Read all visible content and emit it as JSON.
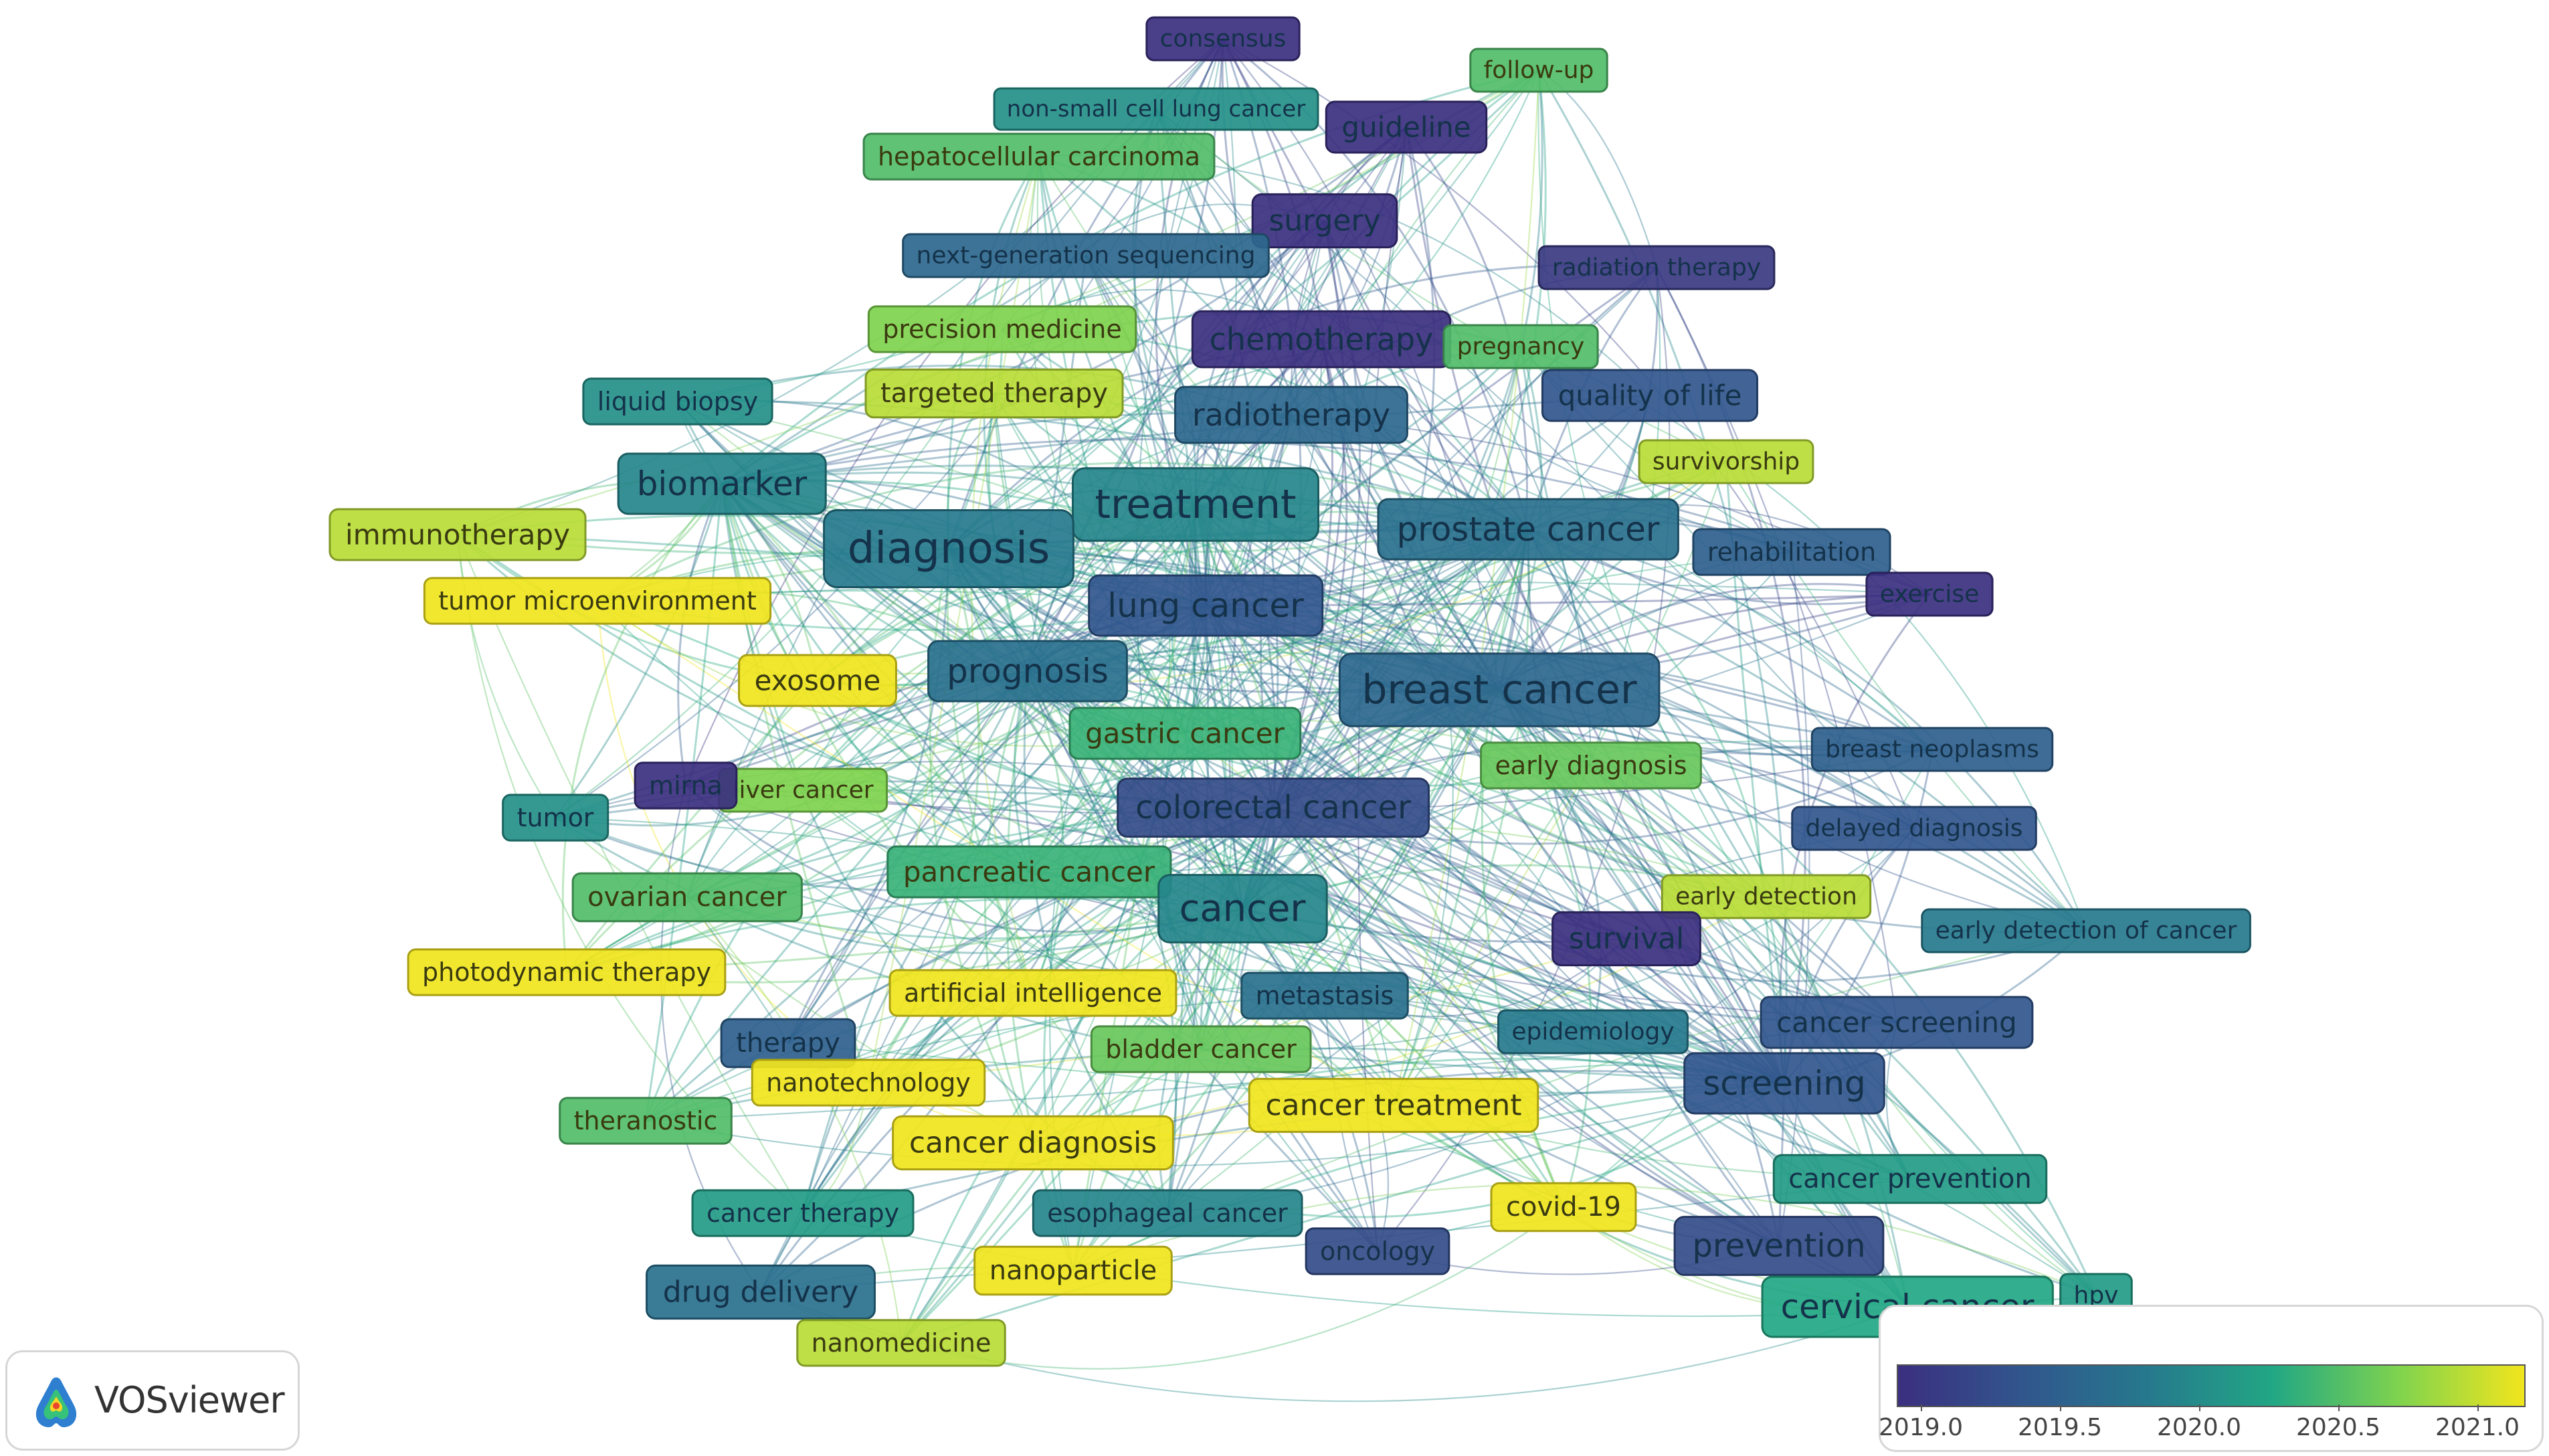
{
  "legend": {
    "logo_text": "VOSviewer",
    "scale_ticks": [
      "2019.0",
      "2019.5",
      "2020.0",
      "2020.5",
      "2021.0"
    ],
    "scale_colors": [
      "#3b2f7f",
      "#31568d",
      "#26798d",
      "#22a784",
      "#7fd34e",
      "#f1e51d"
    ]
  },
  "keywords": [
    {
      "id": "consensus",
      "label": "consensus",
      "year": 2019.0
    },
    {
      "id": "follow-up",
      "label": "follow-up",
      "year": 2020.4
    },
    {
      "id": "nsclc",
      "label": "non-small cell lung cancer",
      "year": 2020.0
    },
    {
      "id": "guideline",
      "label": "guideline",
      "year": 2019.0
    },
    {
      "id": "hcc",
      "label": "hepatocellular carcinoma",
      "year": 2020.4
    },
    {
      "id": "surgery",
      "label": "surgery",
      "year": 2019.0
    },
    {
      "id": "ngs",
      "label": "next-generation sequencing",
      "year": 2019.6
    },
    {
      "id": "radiation-therapy",
      "label": "radiation therapy",
      "year": 2019.1
    },
    {
      "id": "precision-medicine",
      "label": "precision medicine",
      "year": 2020.6
    },
    {
      "id": "chemotherapy",
      "label": "chemotherapy",
      "year": 2019.0
    },
    {
      "id": "pregnancy",
      "label": "pregnancy",
      "year": 2020.4
    },
    {
      "id": "liquid-biopsy",
      "label": "liquid biopsy",
      "year": 2020.0
    },
    {
      "id": "targeted-therapy",
      "label": "targeted therapy",
      "year": 2020.8
    },
    {
      "id": "quality-of-life",
      "label": "quality of life",
      "year": 2019.4
    },
    {
      "id": "radiotherapy",
      "label": "radiotherapy",
      "year": 2019.6
    },
    {
      "id": "survivorship",
      "label": "survivorship",
      "year": 2020.8
    },
    {
      "id": "biomarker",
      "label": "biomarker",
      "year": 2019.9
    },
    {
      "id": "treatment",
      "label": "treatment",
      "year": 2019.9
    },
    {
      "id": "immunotherapy",
      "label": "immunotherapy",
      "year": 2020.8
    },
    {
      "id": "prostate-cancer",
      "label": "prostate cancer",
      "year": 2019.7
    },
    {
      "id": "diagnosis",
      "label": "diagnosis",
      "year": 2019.8
    },
    {
      "id": "rehabilitation",
      "label": "rehabilitation",
      "year": 2019.5
    },
    {
      "id": "tumor-microenvironment",
      "label": "tumor microenvironment",
      "year": 2021.0
    },
    {
      "id": "lung-cancer",
      "label": "lung cancer",
      "year": 2019.4
    },
    {
      "id": "exercise",
      "label": "exercise",
      "year": 2019.0
    },
    {
      "id": "exosome",
      "label": "exosome",
      "year": 2021.0
    },
    {
      "id": "prognosis",
      "label": "prognosis",
      "year": 2019.7
    },
    {
      "id": "breast-cancer",
      "label": "breast cancer",
      "year": 2019.6
    },
    {
      "id": "gastric-cancer",
      "label": "gastric cancer",
      "year": 2020.3
    },
    {
      "id": "breast-neoplasms",
      "label": "breast neoplasms",
      "year": 2019.5
    },
    {
      "id": "liver-cancer",
      "label": "liver cancer",
      "year": 2020.6
    },
    {
      "id": "mirna",
      "label": "mirna",
      "year": 2019.0
    },
    {
      "id": "early-diagnosis",
      "label": "early diagnosis",
      "year": 2020.5
    },
    {
      "id": "colorectal-cancer",
      "label": "colorectal cancer",
      "year": 2019.3
    },
    {
      "id": "tumor",
      "label": "tumor",
      "year": 2020.0
    },
    {
      "id": "delayed-diagnosis",
      "label": "delayed diagnosis",
      "year": 2019.4
    },
    {
      "id": "pancreatic-cancer",
      "label": "pancreatic cancer",
      "year": 2020.3
    },
    {
      "id": "ovarian-cancer",
      "label": "ovarian cancer",
      "year": 2020.4
    },
    {
      "id": "cancer",
      "label": "cancer",
      "year": 2019.9
    },
    {
      "id": "early-detection",
      "label": "early detection",
      "year": 2020.8
    },
    {
      "id": "survival",
      "label": "survival",
      "year": 2019.0
    },
    {
      "id": "early-detection-of-cancer",
      "label": "early detection of cancer",
      "year": 2019.8
    },
    {
      "id": "photodynamic-therapy",
      "label": "photodynamic therapy",
      "year": 2021.0
    },
    {
      "id": "artificial-intelligence",
      "label": "artificial intelligence",
      "year": 2021.0
    },
    {
      "id": "metastasis",
      "label": "metastasis",
      "year": 2019.7
    },
    {
      "id": "therapy",
      "label": "therapy",
      "year": 2019.5
    },
    {
      "id": "epidemiology",
      "label": "epidemiology",
      "year": 2019.8
    },
    {
      "id": "cancer-screening",
      "label": "cancer screening",
      "year": 2019.4
    },
    {
      "id": "bladder-cancer",
      "label": "bladder cancer",
      "year": 2020.5
    },
    {
      "id": "nanotechnology",
      "label": "nanotechnology",
      "year": 2021.0
    },
    {
      "id": "screening",
      "label": "screening",
      "year": 2019.4
    },
    {
      "id": "cancer-treatment",
      "label": "cancer treatment",
      "year": 2021.0
    },
    {
      "id": "theranostic",
      "label": "theranostic",
      "year": 2020.4
    },
    {
      "id": "cancer-diagnosis",
      "label": "cancer diagnosis",
      "year": 2021.0
    },
    {
      "id": "cancer-prevention",
      "label": "cancer prevention",
      "year": 2020.1
    },
    {
      "id": "cancer-therapy",
      "label": "cancer therapy",
      "year": 2020.1
    },
    {
      "id": "esophageal-cancer",
      "label": "esophageal cancer",
      "year": 2019.9
    },
    {
      "id": "covid-19",
      "label": "covid-19",
      "year": 2021.0
    },
    {
      "id": "oncology",
      "label": "oncology",
      "year": 2019.3
    },
    {
      "id": "prevention",
      "label": "prevention",
      "year": 2019.3
    },
    {
      "id": "nanoparticle",
      "label": "nanoparticle",
      "year": 2021.0
    },
    {
      "id": "drug-delivery",
      "label": "drug delivery",
      "year": 2019.7
    },
    {
      "id": "cervical-cancer",
      "label": "cervical cancer",
      "year": 2020.2
    },
    {
      "id": "hpv",
      "label": "hpv",
      "year": 2020.1
    },
    {
      "id": "nanomedicine",
      "label": "nanomedicine",
      "year": 2020.8
    }
  ]
}
